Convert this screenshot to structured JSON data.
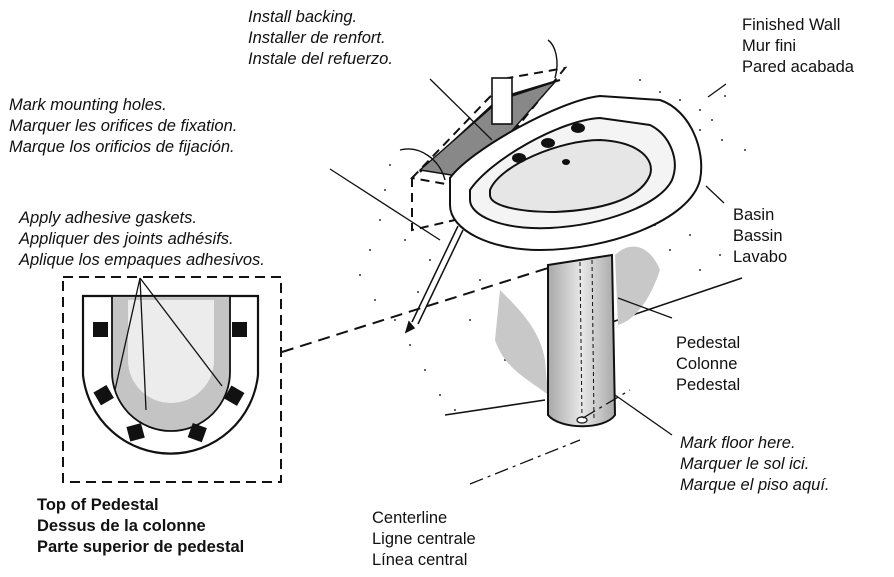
{
  "labels": {
    "install_backing": [
      "Install backing.",
      "Installer de renfort.",
      "Instale del refuerzo."
    ],
    "finished_wall": [
      "Finished Wall",
      "Mur fini",
      "Pared acabada"
    ],
    "mark_mounting_holes": [
      "Mark mounting holes.",
      "Marquer les orifices de fixation.",
      "Marque los orificios de fijación."
    ],
    "apply_gaskets": [
      "Apply adhesive gaskets.",
      "Appliquer des joints adhésifs.",
      "Aplique los empaques adhesivos."
    ],
    "basin": [
      "Basin",
      "Bassin",
      "Lavabo"
    ],
    "pedestal": [
      "Pedestal",
      "Colonne",
      "Pedestal"
    ],
    "mark_floor": [
      "Mark floor here.",
      "Marquer le sol ici.",
      "Marque el piso aquí."
    ],
    "centerline": [
      "Centerline",
      "Ligne centrale",
      "Línea central"
    ],
    "top_of_pedestal": [
      "Top of Pedestal",
      "Dessus de la colonne",
      "Parte superior de pedestal"
    ]
  },
  "colors": {
    "ink": "#111111",
    "shade": "#b8b8b8",
    "light_shade": "#dcdcdc"
  }
}
